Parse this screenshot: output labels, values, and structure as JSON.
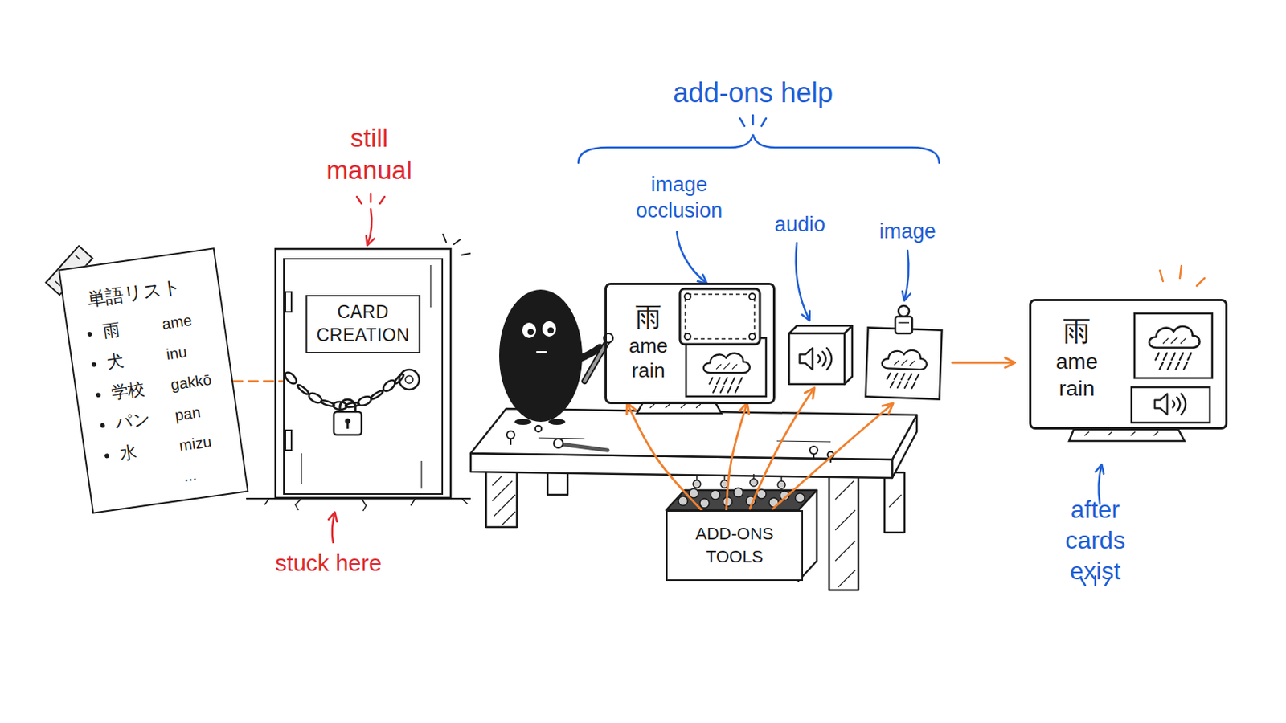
{
  "diagram": {
    "nodes": [
      {
        "text": [
          "単語リスト",
          "雨",
          "ame",
          "犬",
          "inu",
          "学校",
          "gakkō",
          "パン",
          "pan",
          "水",
          "mizu",
          "..."
        ]
      },
      {
        "text": [
          "CARD CREATION"
        ]
      },
      {
        "text": [
          "雨",
          "ame",
          "rain"
        ]
      },
      {
        "text": [
          "ADD-ONS TOOLS"
        ]
      },
      {
        "text": [
          "雨",
          "ame",
          "rain"
        ]
      }
    ],
    "edges": [
      {
        "from": 0,
        "to": 1,
        "arrow": "none"
      },
      {
        "from": 3,
        "to": 2,
        "arrow": "to"
      },
      {
        "from": 3,
        "to": 2,
        "arrow": "to"
      }
    ],
    "labels": [
      "still manual",
      "stuck here",
      "add-ons help",
      "image occlusion",
      "audio",
      "image",
      "after cards exist"
    ]
  }
}
